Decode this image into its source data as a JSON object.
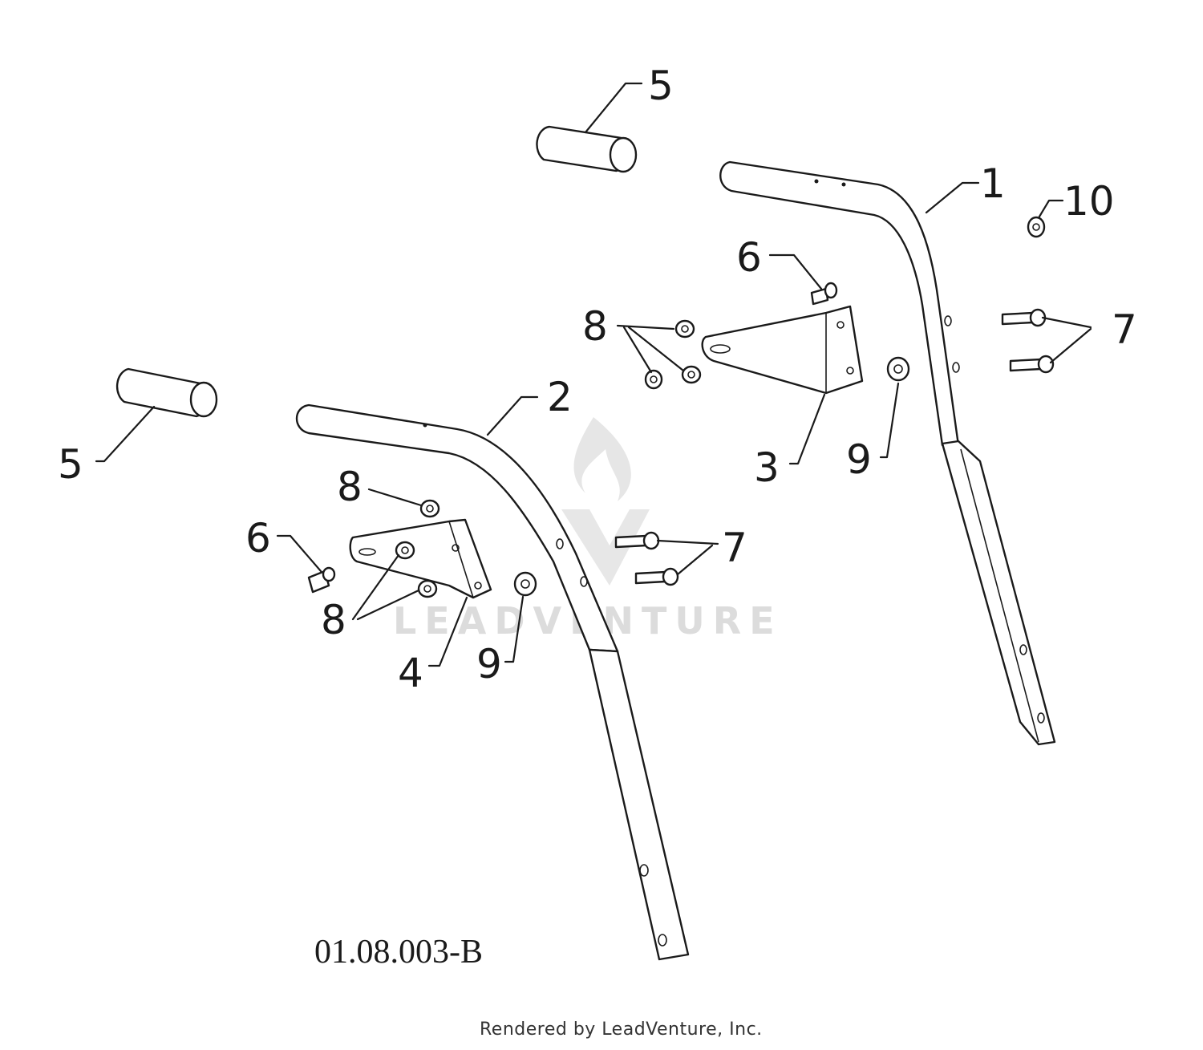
{
  "diagram": {
    "drawing_code": "01.08.003-B",
    "credit": "Rendered by LeadVenture, Inc.",
    "watermark": "LEADVENTURE",
    "callouts": {
      "c1": "1",
      "c2": "2",
      "c3": "3",
      "c4": "4",
      "c5a": "5",
      "c5b": "5",
      "c6a": "6",
      "c6b": "6",
      "c7a": "7",
      "c7b": "7",
      "c8a": "8",
      "c8b": "8",
      "c8c": "8",
      "c9a": "9",
      "c9b": "9",
      "c10": "10"
    }
  }
}
